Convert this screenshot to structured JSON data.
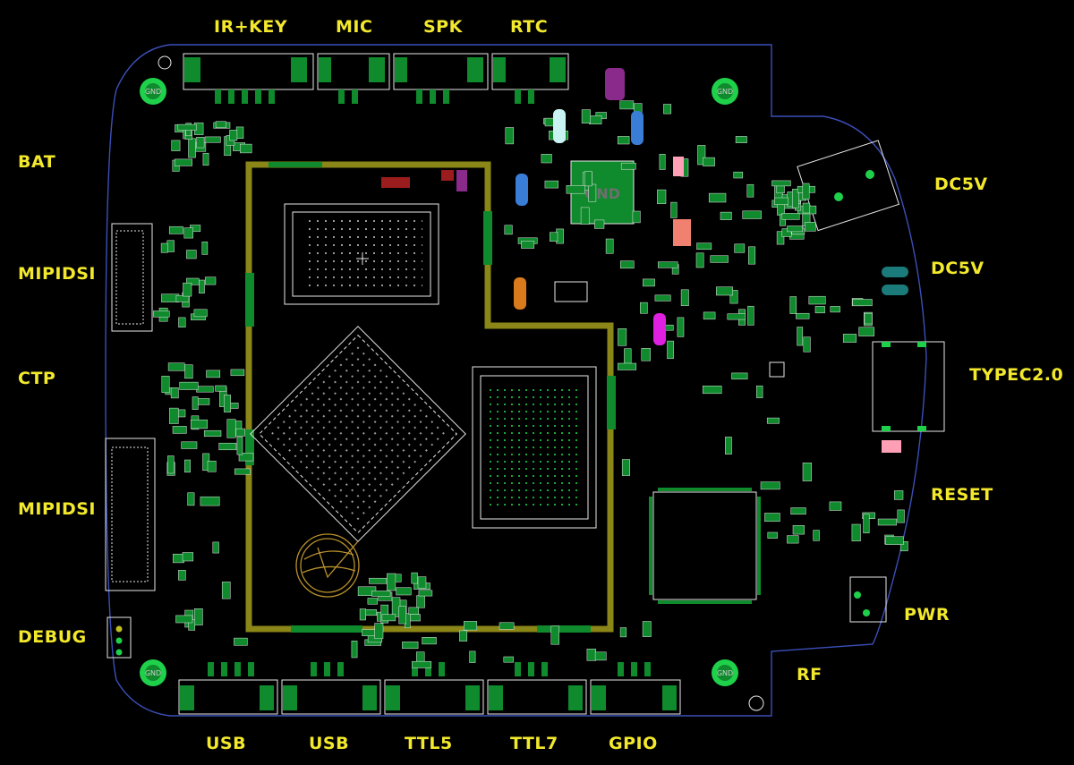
{
  "colors": {
    "background": "#000000",
    "board_outline": "#3b4fb8",
    "silkscreen": "#e8e8e8",
    "copper_pad": "#0f8a2c",
    "shield_frame": "#8a8617",
    "label": "#f2e82c",
    "bright_pad": "#1fd14a"
  },
  "labels": {
    "ir_key": "IR+KEY",
    "mic": "MIC",
    "spk": "SPK",
    "rtc": "RTC",
    "bat": "BAT",
    "mipidsi_top": "MIPIDSI",
    "ctp": "CTP",
    "mipidsi_bottom": "MIPIDSI",
    "debug": "DEBUG",
    "usb_1": "USB",
    "usb_2": "USB",
    "ttl5": "TTL5",
    "ttl7": "TTL7",
    "gpio": "GPIO",
    "dc5v_1": "DC5V",
    "dc5v_2": "DC5V",
    "typec": "TYPEC2.0",
    "reset": "RESET",
    "pwr": "PWR",
    "rf": "RF"
  },
  "pad_text": {
    "gnd": "GND",
    "chip_gnd": "GND"
  }
}
